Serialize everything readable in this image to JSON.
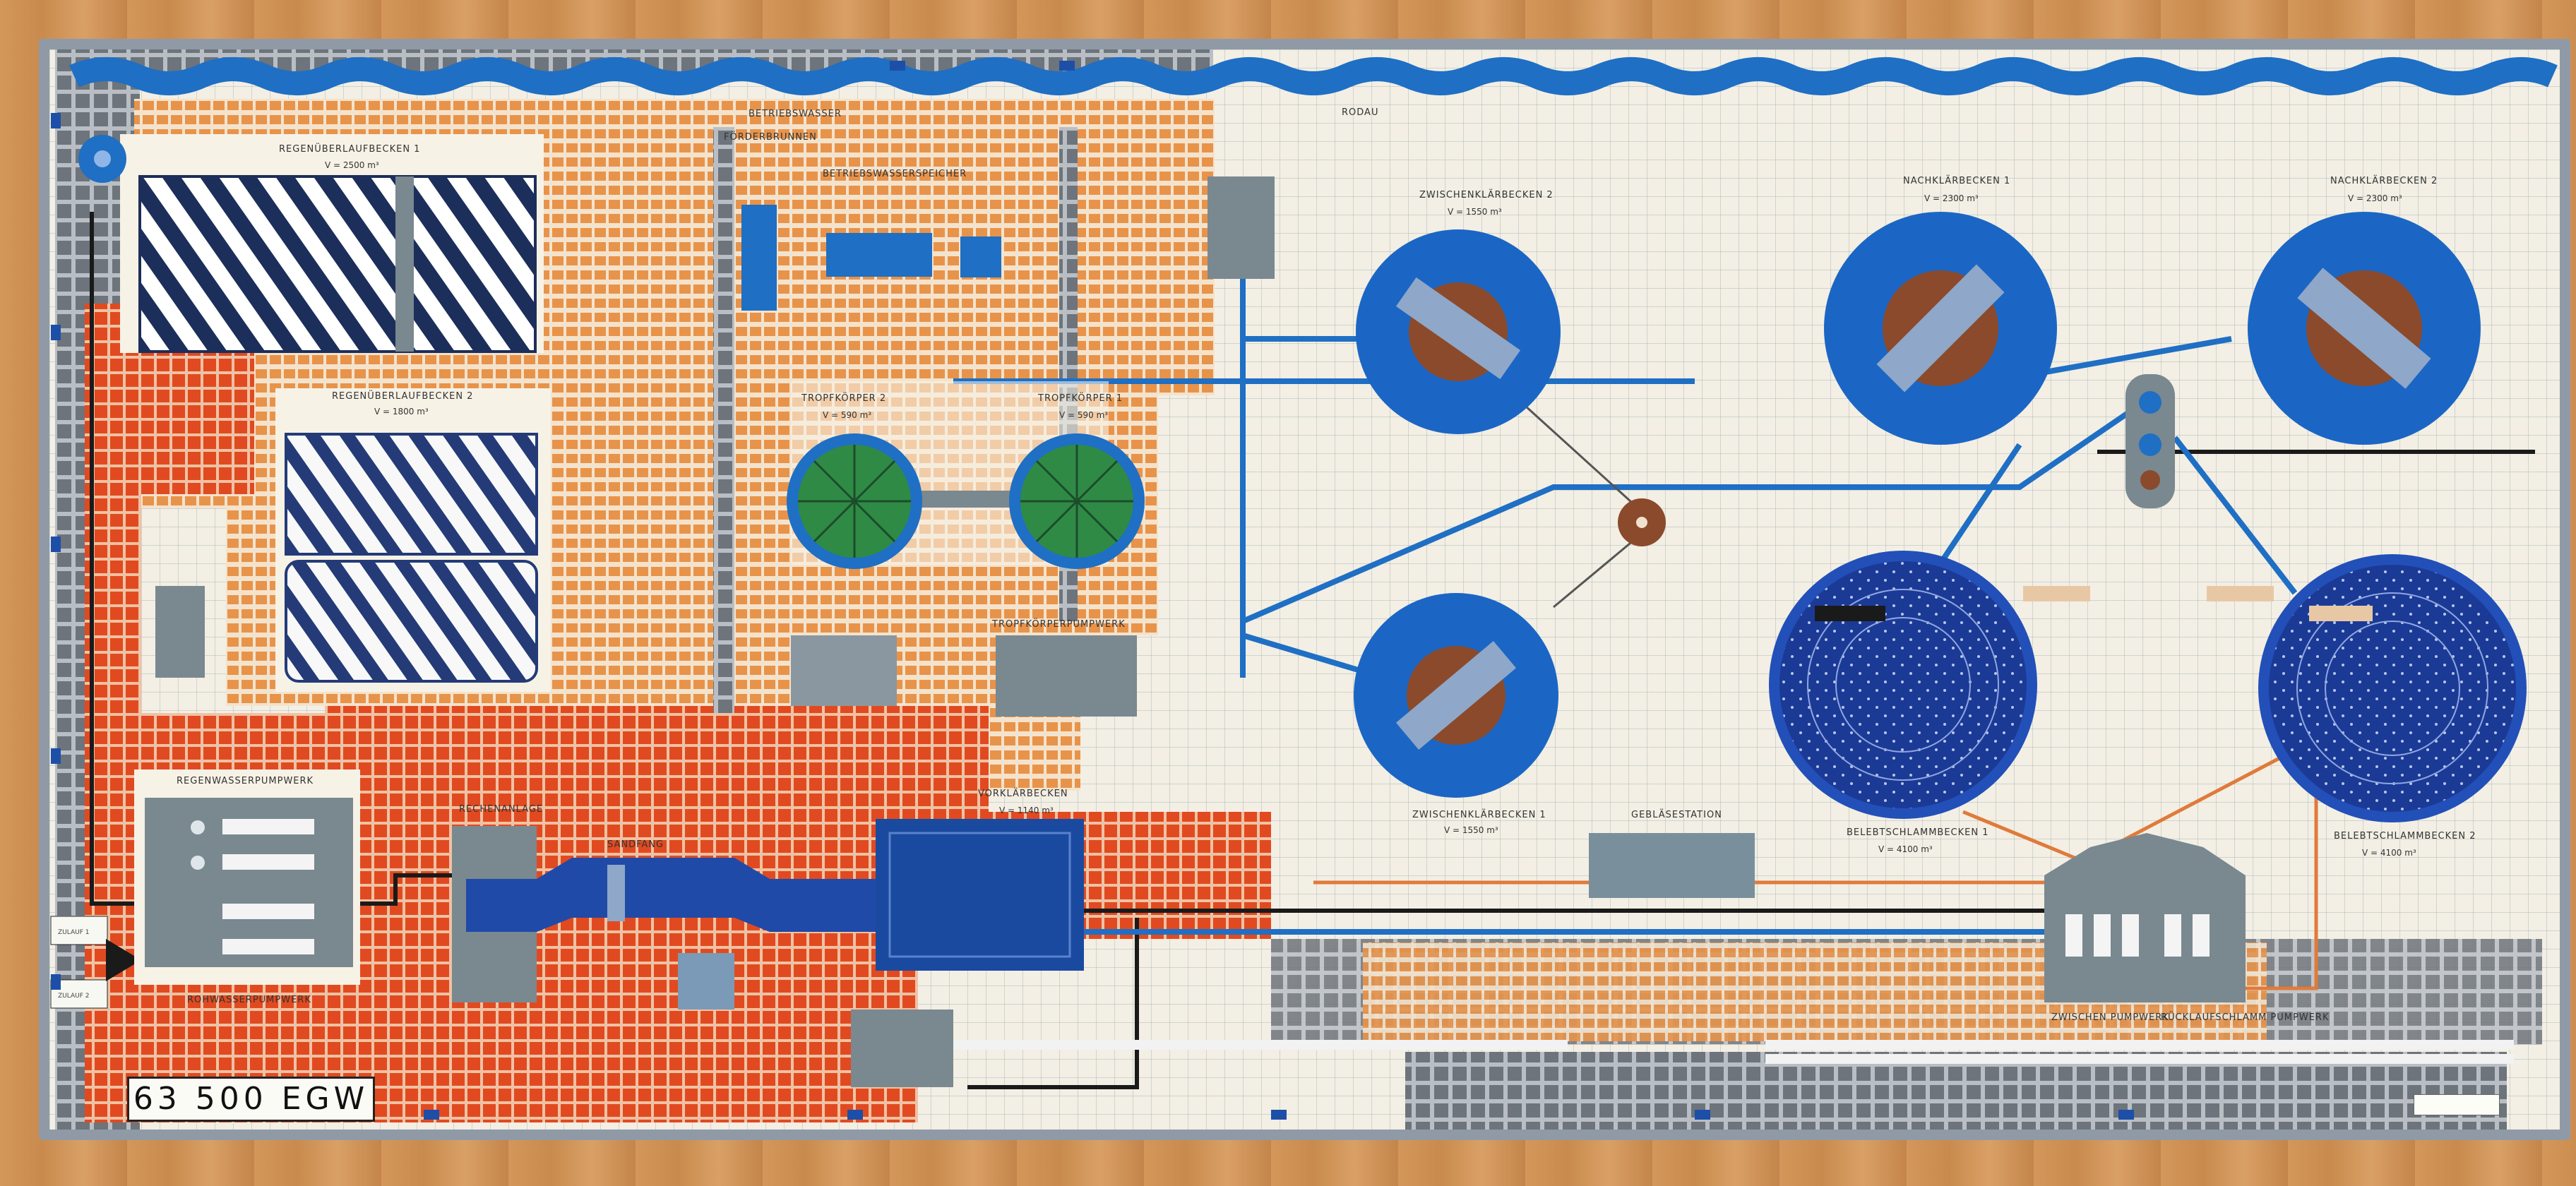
{
  "river": {
    "label": "RODAU"
  },
  "capacity": "63 500 EGW",
  "basins": {
    "regenueberlauf1": {
      "title": "REGENÜBERLAUFBECKEN 1",
      "volume": "V = 2500 m³"
    },
    "regenueberlauf2": {
      "title": "REGENÜBERLAUFBECKEN 2",
      "volume": "V = 1800 m³"
    },
    "tropfkoerper2": {
      "title": "TROPFKÖRPER 2",
      "volume": "V = 590 m³"
    },
    "tropfkoerper1": {
      "title": "TROPFKÖRPER 1",
      "volume": "V = 590 m³"
    },
    "zwischenklaer2": {
      "title": "ZWISCHENKLÄRBECKEN 2",
      "volume": "V = 1550 m³"
    },
    "zwischenklaer1": {
      "title": "ZWISCHENKLÄRBECKEN 1",
      "volume": "V = 1550 m³"
    },
    "nachklaer1": {
      "title": "NACHKLÄRBECKEN 1",
      "volume": "V = 2300 m³"
    },
    "nachklaer2": {
      "title": "NACHKLÄRBECKEN 2",
      "volume": "V = 2300 m³"
    },
    "belebt1": {
      "title": "BELEBTSCHLAMMBECKEN 1",
      "volume": "V = 4100 m³"
    },
    "belebt2": {
      "title": "BELEBTSCHLAMMBECKEN 2",
      "volume": "V = 4100 m³"
    },
    "vorklaer": {
      "title": "VORKLÄRBECKEN",
      "volume": "V = 1140 m³"
    }
  },
  "labels": {
    "betriebswasser": "BETRIEBSWASSER",
    "foerderbrunnen": "FÖRDERBRUNNEN",
    "betriebswasserspeicher": "BETRIEBSWASSERSPEICHER",
    "regenwasserpumpwerk": "REGENWASSERPUMPWERK",
    "rohwasserpumpwerk": "ROHWASSERPUMPWERK",
    "rechenanlage": "RECHENANLAGE",
    "sandfang": "SANDFANG",
    "tropfkoerperpumpwerk": "TROPFKÖRPERPUMPWERK",
    "geblaesestation": "GEBLÄSESTATION",
    "zwischen_pumpwerk": "ZWISCHEN PUMPWERK",
    "ruecklaufschlamm_pumpwerk": "RÜCKLAUFSCHLAMM PUMPWERK",
    "zulauf1": "ZULAUF 1",
    "zulauf2": "ZULAUF 2"
  },
  "colors": {
    "river": "#1f6fc4",
    "basin_blue": "#1b66c4",
    "basin_dark": "#1a3a8f",
    "sludge_brown": "#8b4a2b",
    "trickling_green": "#2f8a46",
    "grid_orange": "#e58a3c",
    "grid_red": "#e04a22",
    "building_grey": "#7a8890",
    "hatch_navy": "#1c2e5a"
  }
}
